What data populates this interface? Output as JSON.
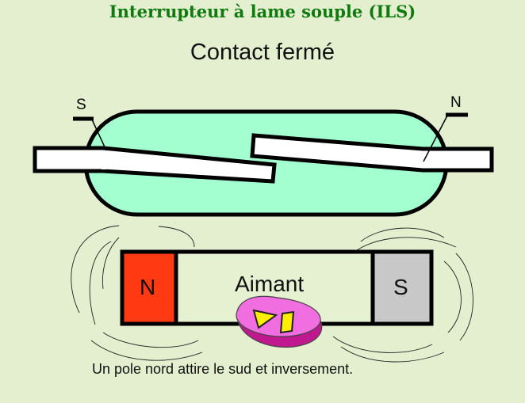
{
  "header": {
    "title": "Interrupteur à lame souple (ILS)",
    "state": "Contact fermé"
  },
  "reed_switch": {
    "left_pole_label": "S",
    "right_pole_label": "N",
    "glass_color": "#a4ffd0"
  },
  "magnet": {
    "label": "Aimant",
    "north_label": "N",
    "south_label": "S",
    "north_color": "#ff3a12",
    "south_color": "#c8c8c8"
  },
  "caption": "Un pole nord attire le sud et inversement."
}
